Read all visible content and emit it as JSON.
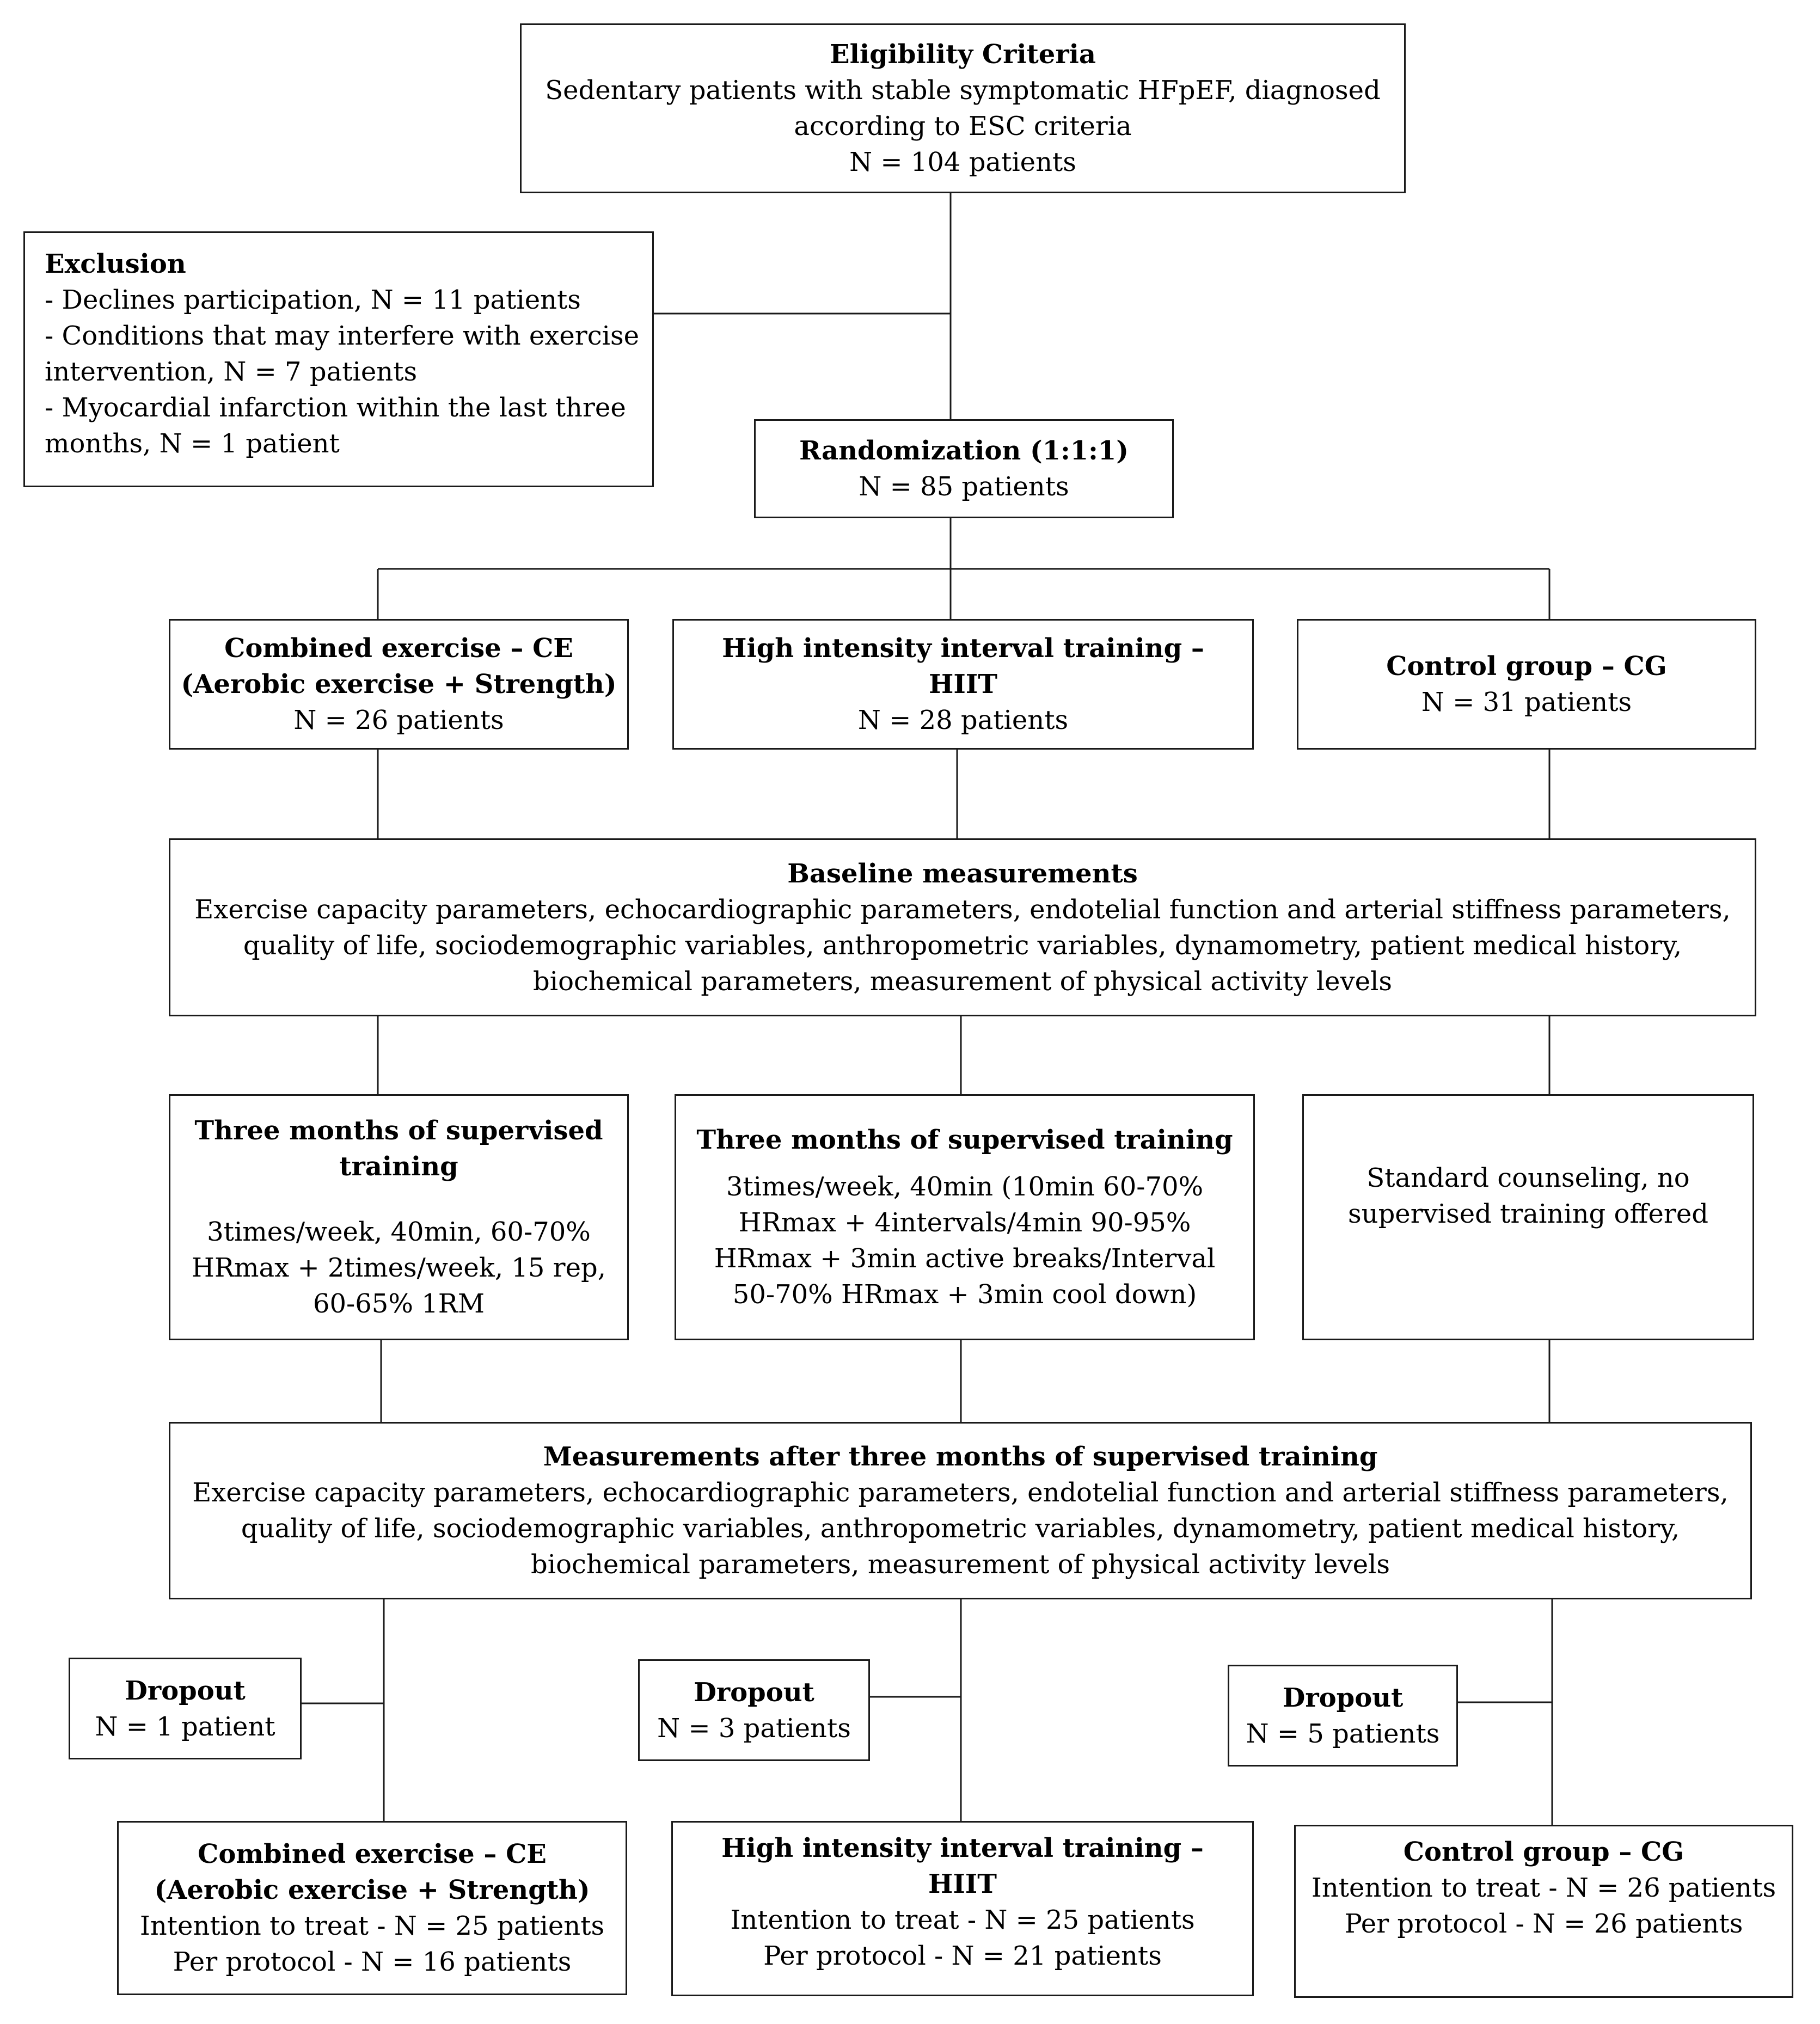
{
  "eligibility": {
    "title": "Eligibility Criteria",
    "line1": "Sedentary patients with stable symptomatic HFpEF, diagnosed",
    "line2": "according to ESC criteria",
    "line3": "N = 104 patients"
  },
  "exclusion": {
    "title": "Exclusion",
    "line1": "- Declines participation, N = 11 patients",
    "line2": "- Conditions that may interfere with exercise",
    "line3": "intervention, N = 7 patients",
    "line4": "- Myocardial infarction within the last three",
    "line5": "months, N = 1 patient"
  },
  "randomization": {
    "title": "Randomization (1:1:1)",
    "line1": "N = 85 patients"
  },
  "groups": {
    "ce": {
      "title1": "Combined exercise – CE",
      "title2": "(Aerobic exercise + Strength)",
      "n": "N = 26 patients"
    },
    "hiit": {
      "title1": "High intensity interval training – HIIT",
      "n": "N = 28 patients"
    },
    "cg": {
      "title1": "Control group – CG",
      "n": "N = 31 patients"
    }
  },
  "baseline": {
    "title": "Baseline measurements",
    "line1": "Exercise capacity parameters, echocardiographic parameters, endotelial function and arterial stiffness parameters,",
    "line2": "quality of life, sociodemographic variables, anthropometric variables, dynamometry, patient medical history,",
    "line3": "biochemical parameters, measurement of physical activity levels"
  },
  "training": {
    "ce": {
      "title1": "Three months of supervised",
      "title2": "training",
      "line1": "3times/week, 40min, 60-70%",
      "line2": "HRmax + 2times/week, 15 rep,",
      "line3": "60-65% 1RM"
    },
    "hiit": {
      "title1": "Three months of supervised training",
      "line1": "3times/week, 40min (10min 60-70%",
      "line2": "HRmax + 4intervals/4min 90-95%",
      "line3": "HRmax + 3min active breaks/Interval",
      "line4": "50-70% HRmax + 3min cool down)"
    },
    "cg": {
      "line1": "Standard counseling, no",
      "line2": "supervised training offered"
    }
  },
  "followup": {
    "title": "Measurements after three months of supervised training",
    "line1": "Exercise capacity parameters, echocardiographic parameters, endotelial function and arterial stiffness parameters,",
    "line2": "quality of life, sociodemographic variables, anthropometric variables, dynamometry, patient medical history,",
    "line3": "biochemical parameters, measurement of physical activity levels"
  },
  "dropout": {
    "ce": {
      "title": "Dropout",
      "n": "N = 1 patient"
    },
    "hiit": {
      "title": "Dropout",
      "n": "N = 3 patients"
    },
    "cg": {
      "title": "Dropout",
      "n": "N = 5 patients"
    }
  },
  "final": {
    "ce": {
      "title1": "Combined exercise – CE",
      "title2": "(Aerobic exercise + Strength)",
      "itt": "Intention to treat - N = 25 patients",
      "pp": "Per protocol - N = 16 patients"
    },
    "hiit": {
      "title1": "High intensity interval training – HIIT",
      "itt": "Intention to treat - N = 25 patients",
      "pp": "Per protocol - N = 21 patients"
    },
    "cg": {
      "title1": "Control group – CG",
      "itt": "Intention to treat - N = 26 patients",
      "pp": "Per protocol - N = 26 patients"
    }
  }
}
